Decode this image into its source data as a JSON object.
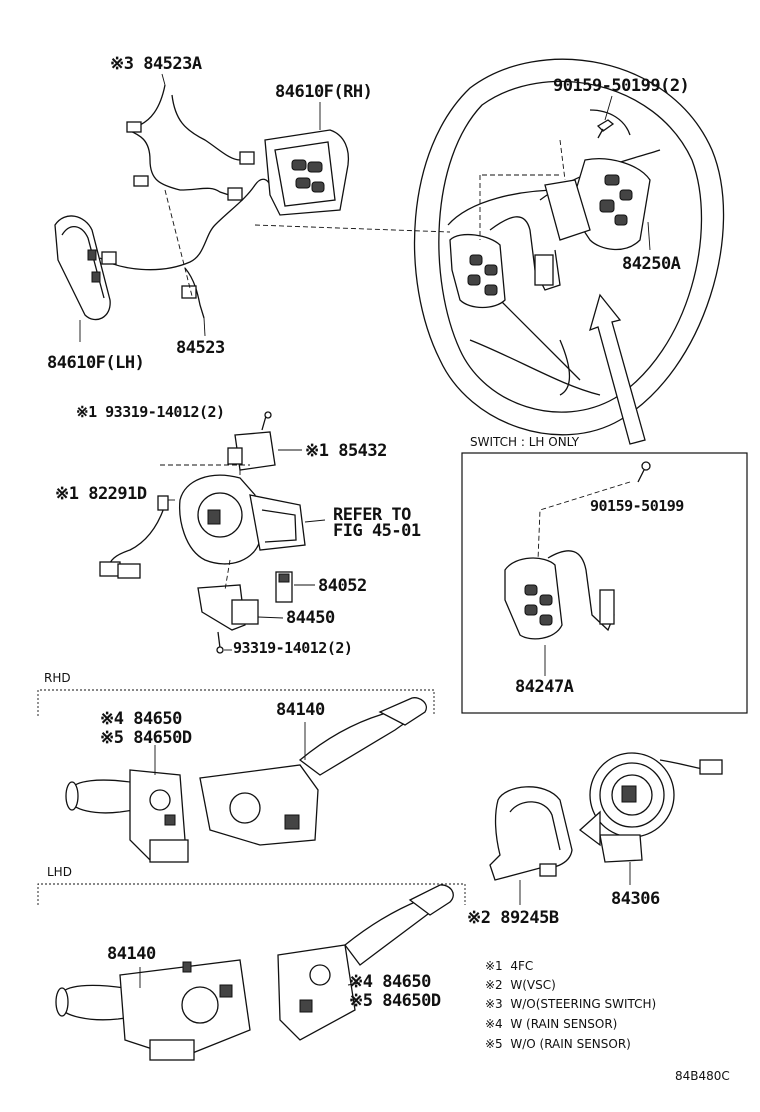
{
  "labels": {
    "p84523A": "※3 84523A",
    "p84610F_RH": "84610F(RH)",
    "p90159_50199_2": "90159-50199(2)",
    "p84250A": "84250A",
    "p84523": "84523",
    "p84610F_LH": "84610F(LH)",
    "p93319_top": "※1 93319-14012(2)",
    "p85432": "※1 85432",
    "p82291D": "※1 82291D",
    "refer_line1": "REFER TO",
    "refer_line2": "FIG 45-01",
    "p84052": "84052",
    "p84450": "84450",
    "p93319_bottom": "93319-14012(2)",
    "switch_lh_only": "SWITCH : LH ONLY",
    "p90159_50199": "90159-50199",
    "p84247A": "84247A",
    "rhd": "RHD",
    "p84650_rhd": "※4 84650",
    "p84650D_rhd": "※5 84650D",
    "p84140_rhd": "84140",
    "lhd": "LHD",
    "p84140_lhd": "84140",
    "p84650_lhd": "※4 84650",
    "p84650D_lhd": "※5 84650D",
    "p89245B": "※2 89245B",
    "p84306": "84306",
    "diagram_code": "84B480C"
  },
  "legend": [
    {
      "mark": "※1",
      "text": "4FC"
    },
    {
      "mark": "※2",
      "text": "W(VSC)"
    },
    {
      "mark": "※3",
      "text": "W/O(STEERING SWITCH)"
    },
    {
      "mark": "※4",
      "text": "W (RAIN SENSOR)"
    },
    {
      "mark": "※5",
      "text": "W/O (RAIN SENSOR)"
    }
  ]
}
